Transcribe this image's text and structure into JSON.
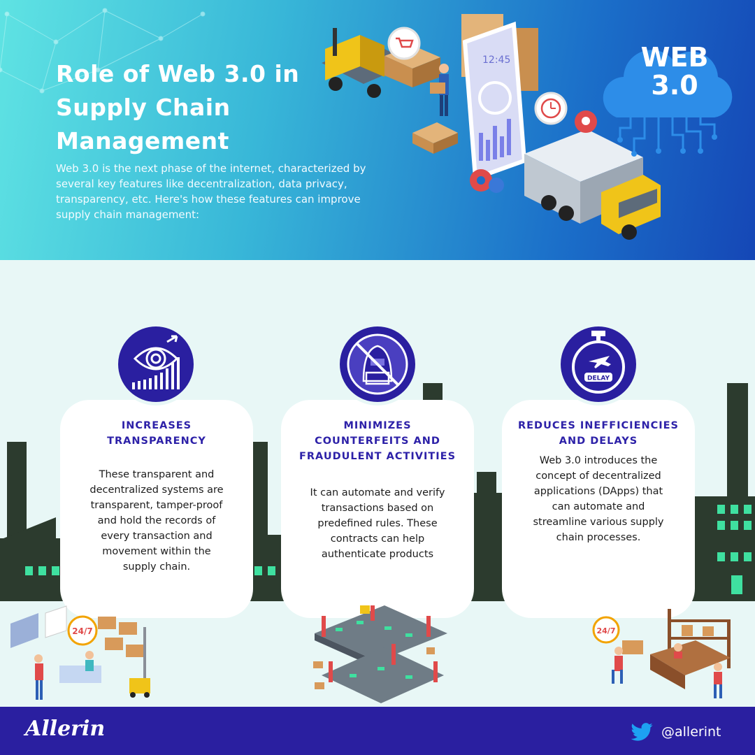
{
  "header": {
    "title": "Role of Web 3.0 in Supply Chain Management",
    "intro": "Web 3.0 is the next phase of the internet, characterized by several key features like decentralization, data privacy, transparency, etc. Here's how these features can improve supply chain management:",
    "phone_time": "12:45",
    "cloud_label_line1": "WEB",
    "cloud_label_line2": "3.0"
  },
  "cards": [
    {
      "title": "INCREASES TRANSPARENCY",
      "body": "These transparent and decentralized systems are transparent, tamper-proof and hold the records of every transaction and movement within the supply chain.",
      "icon": "eye-growth-icon"
    },
    {
      "title": "MINIMIZES COUNTERFEITS AND FRAUDULENT ACTIVITIES",
      "body": "It can automate and verify transactions based on predefined rules. These contracts can help authenticate products",
      "icon": "no-hacker-icon"
    },
    {
      "title": "REDUCES INEFFICIENCIES AND DELAYS",
      "body": "Web 3.0 introduces the concept of decentralized applications (DApps) that can automate and streamline various supply chain processes.",
      "icon": "stopwatch-delay-icon",
      "icon_label": "DELAY"
    }
  ],
  "scenes": {
    "badge_label": "24/7"
  },
  "footer": {
    "logo": "Allerin",
    "handle": "@allerint",
    "social_icon": "twitter-icon"
  },
  "colors": {
    "brand_purple": "#2a1fa0",
    "header_start": "#5fe3e3",
    "header_end": "#1547b6",
    "factory": "#2c3b2e",
    "window_green": "#3fe0a0"
  }
}
